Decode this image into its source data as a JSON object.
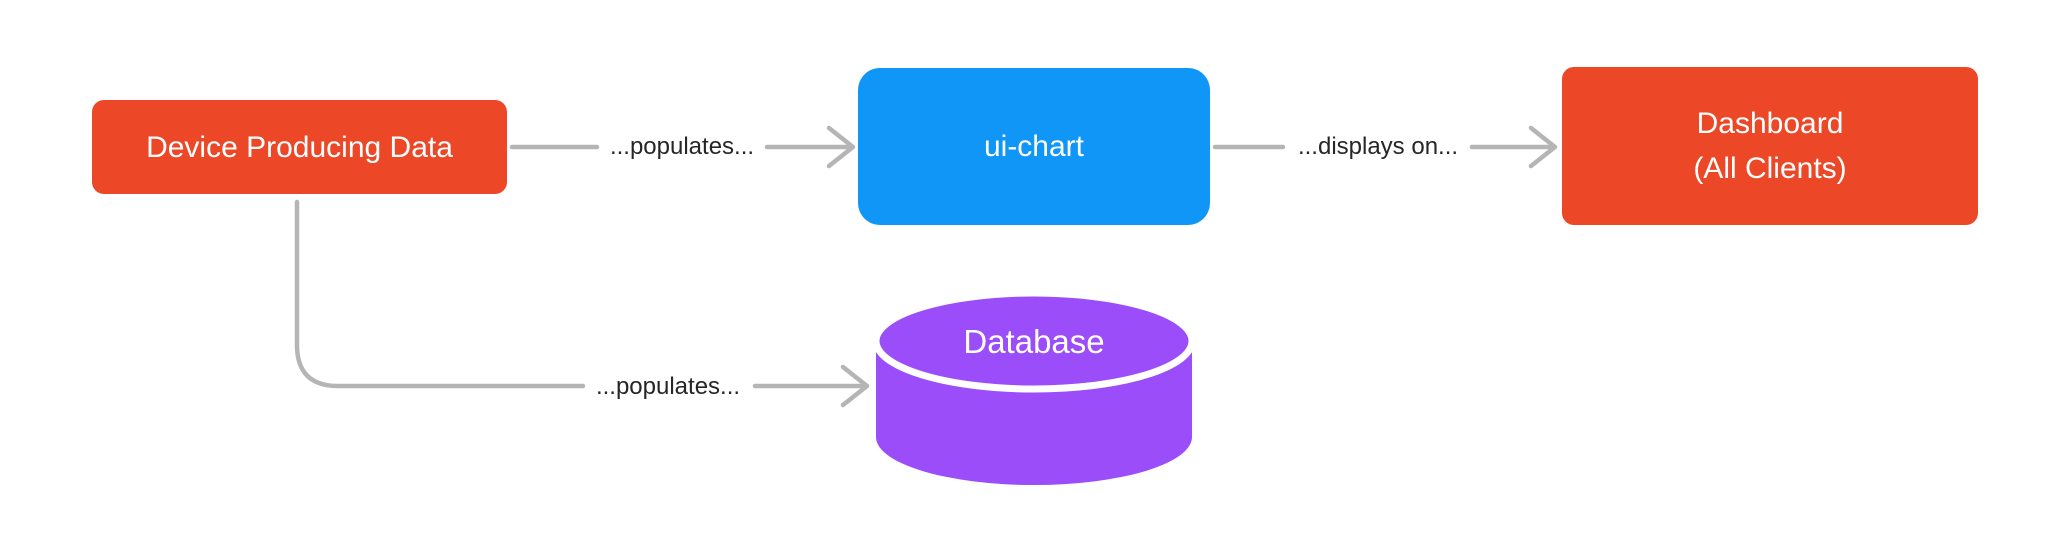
{
  "diagram": {
    "nodes": {
      "device": {
        "label": "Device Producing Data",
        "shape": "rounded-rect",
        "color": "#ec4726"
      },
      "ui_chart": {
        "label": "ui-chart",
        "shape": "rounded-rect",
        "color": "#0f96f6"
      },
      "dashboard": {
        "label_line1": "Dashboard",
        "label_line2": "(All Clients)",
        "shape": "rounded-rect",
        "color": "#ec4726"
      },
      "database": {
        "label": "Database",
        "shape": "cylinder",
        "color": "#9a4df9"
      }
    },
    "edges": [
      {
        "from": "device",
        "to": "ui_chart",
        "label": "...populates..."
      },
      {
        "from": "ui_chart",
        "to": "dashboard",
        "label": "...displays on..."
      },
      {
        "from": "device",
        "to": "database",
        "label": "...populates..."
      }
    ],
    "colors": {
      "arrow": "#b5b5b5",
      "edge_label_text": "#262626",
      "node_text": "#ffffff",
      "background": "#ffffff"
    }
  }
}
